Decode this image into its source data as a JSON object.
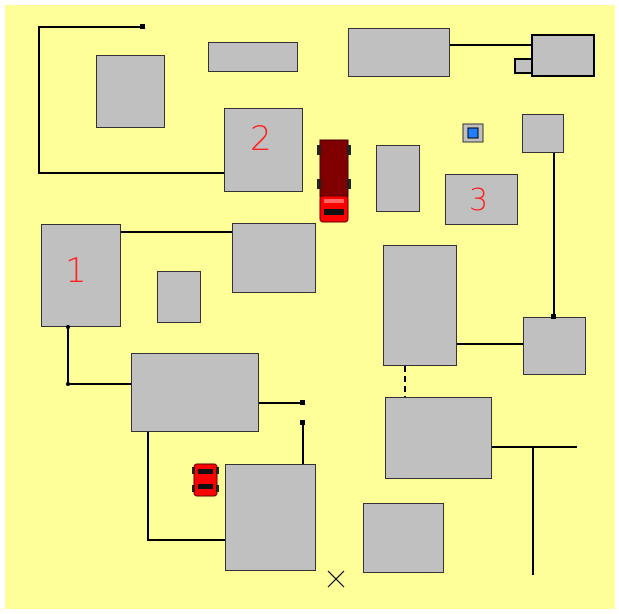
{
  "map": {
    "background": "#ffff99",
    "building_color": "#c0c0c0",
    "label_color": "#ff2020",
    "labels": {
      "one": "1",
      "two": "2",
      "three": "3"
    }
  },
  "units": {
    "truck": {
      "cab_color": "#ff0000",
      "trailer_color": "#800000"
    },
    "car": {
      "color": "#ff0000"
    }
  },
  "markers": {
    "target": "x-mark",
    "item": "blue-square"
  }
}
